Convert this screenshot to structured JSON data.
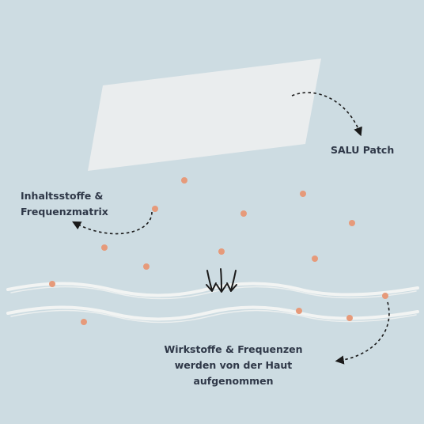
{
  "labels": {
    "patch": "SALU Patch",
    "matrix_line1": "Inhaltsstoffe &",
    "matrix_line2": "Frequenzmatrix",
    "skin_line1": "Wirkstoffe & Frequenzen",
    "skin_line2": "werden von der Haut",
    "skin_line3": "aufgenommen"
  },
  "colors": {
    "background": "#cddce2",
    "patch": "#eaedee",
    "particle": "#e69a7a",
    "skin_wave": "#f2f4f3",
    "arrow": "#1a1a1a",
    "text": "#2f3848"
  },
  "icons": {
    "patch": "patch-shape",
    "particles": "particle-dot",
    "skin": "skin-wave",
    "absorb": "down-arrows-icon"
  }
}
